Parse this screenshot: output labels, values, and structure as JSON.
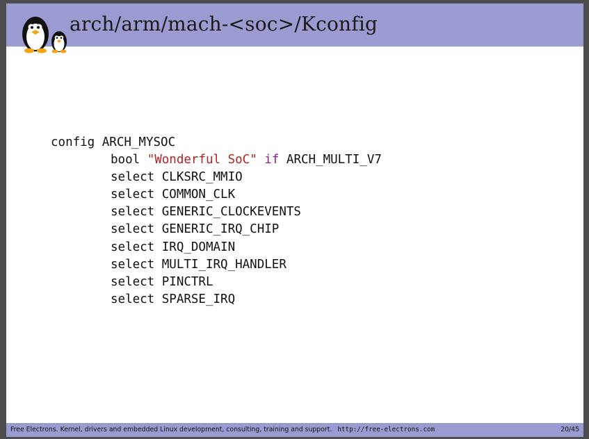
{
  "slide": {
    "title": "arch/arm/mach-<soc>/Kconfig"
  },
  "logo": {
    "icon": "penguins-logo-icon"
  },
  "code": {
    "config_line": "config ARCH_MYSOC",
    "bool_keyword": "bool",
    "bool_string": "\"Wonderful SoC\"",
    "bool_if": "if",
    "bool_condition": "ARCH_MULTI_V7",
    "selects": [
      "select CLKSRC_MMIO",
      "select COMMON_CLK",
      "select GENERIC_CLOCKEVENTS",
      "select GENERIC_IRQ_CHIP",
      "select IRQ_DOMAIN",
      "select MULTI_IRQ_HANDLER",
      "select PINCTRL",
      "select SPARSE_IRQ"
    ]
  },
  "footer": {
    "text": "Free Electrons. Kernel, drivers and embedded Linux development, consulting, training and support.",
    "url": "http://free-electrons.com",
    "page": "20/45"
  },
  "colors": {
    "title_bar": "#9a9bd1",
    "string": "#b32222",
    "keyword_if": "#8b1f8b"
  }
}
